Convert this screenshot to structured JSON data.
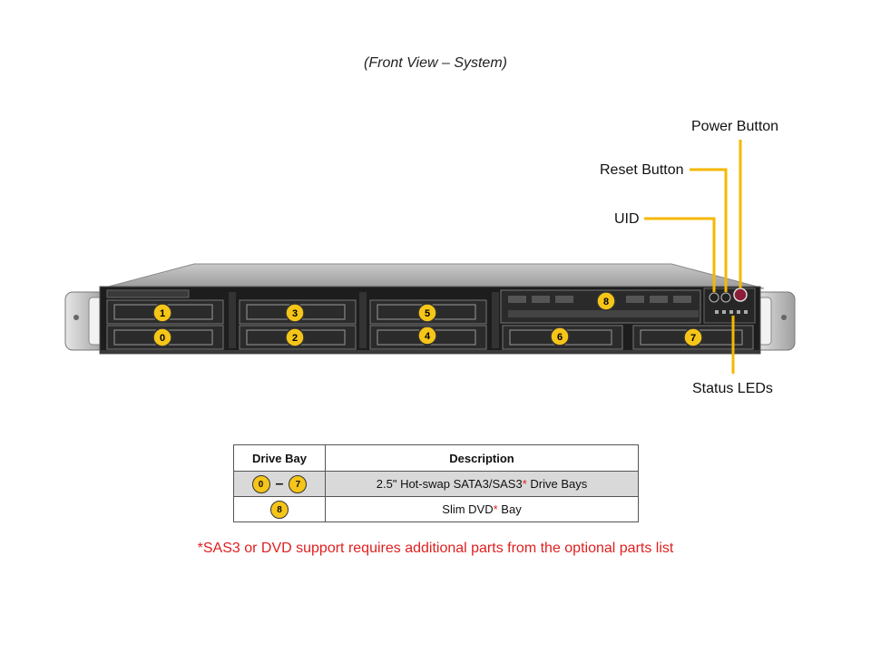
{
  "caption": "(Front View – System)",
  "callouts": {
    "power": "Power Button",
    "reset": "Reset Button",
    "uid": "UID",
    "status": "Status LEDs"
  },
  "bays": {
    "bay0": "0",
    "bay1": "1",
    "bay2": "2",
    "bay3": "3",
    "bay4": "4",
    "bay5": "5",
    "bay6": "6",
    "bay7": "7",
    "bay8": "8"
  },
  "table": {
    "header_bay": "Drive Bay",
    "header_desc": "Description",
    "row1_from": "0",
    "row1_dash": "–",
    "row1_to": "7",
    "row1_desc_a": "2.5\" Hot-swap SATA3/SAS3",
    "row1_star": "*",
    "row1_desc_b": " Drive Bays",
    "row2_badge": "8",
    "row2_desc_a": "Slim DVD",
    "row2_star": "*",
    "row2_desc_b": " Bay"
  },
  "note": "*SAS3 or DVD support requires additional parts from the optional parts list",
  "colors": {
    "callout_line": "#f5b800",
    "badge": "#f5c518",
    "note": "#e02020"
  }
}
